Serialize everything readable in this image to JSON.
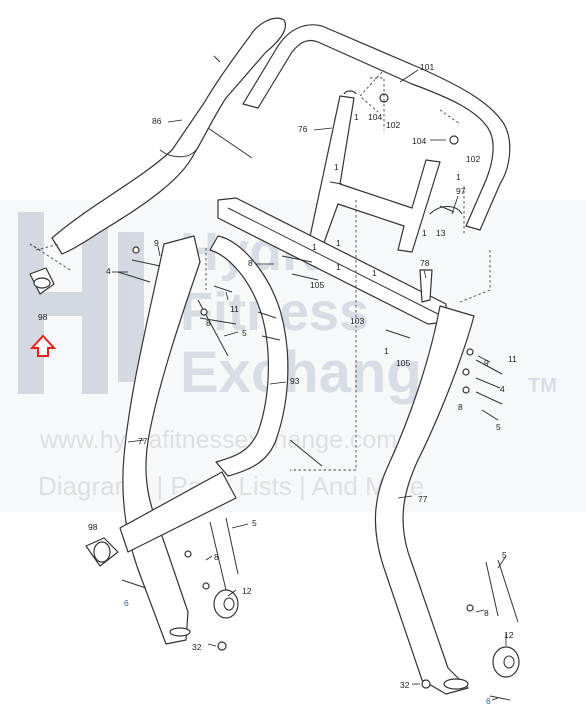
{
  "watermark": {
    "line1": "Hydra",
    "line2": "Fitness",
    "line3": "Exchange",
    "tm": "TM",
    "url": "www.hydrafitnessexchange.com",
    "tagline": "Diagrams | Parts Lists | And More"
  },
  "colors": {
    "highlight_arrow": "#e0241b",
    "line": "#333333",
    "callout_blue": "#2a5aa6"
  },
  "callouts": {
    "c101": "101",
    "c86": "86",
    "c76": "76",
    "c104a": "104",
    "c102a": "102",
    "c1a": "1",
    "c104b": "104",
    "c102b": "102",
    "c1b": "1",
    "c1c": "1",
    "c97": "97",
    "c13": "13",
    "c1d": "1",
    "c1e": "1",
    "c1f": "1",
    "c1g": "1",
    "c1h": "1",
    "c9a": "9",
    "c4a": "4",
    "c8a": "8",
    "c78": "78",
    "c105a": "105",
    "c11a": "11",
    "c8b": "8",
    "c5a": "5",
    "c103": "103",
    "c98a": "98",
    "c1i": "1",
    "c105b": "105",
    "c9b": "9",
    "c11b": "11",
    "c93": "93",
    "c4b": "4",
    "c8c": "8",
    "c5b": "5",
    "c77a": "77",
    "c77b": "77",
    "c98b": "98",
    "c5c": "5",
    "c8d": "8",
    "c6a": "6",
    "c12a": "12",
    "c32a": "32",
    "c5d": "5",
    "c8e": "8",
    "c12b": "12",
    "c32b": "32",
    "c6b": "6"
  }
}
